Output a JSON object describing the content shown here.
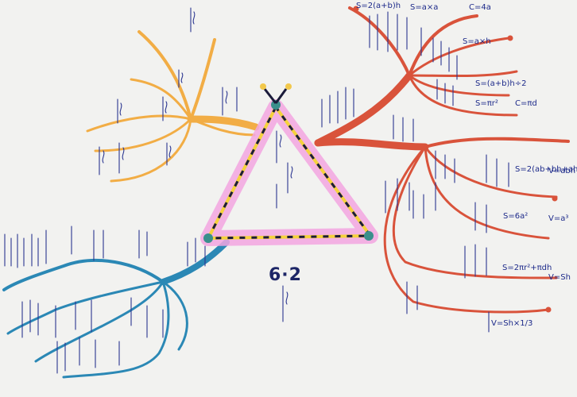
{
  "page_label": "6·2",
  "formulas": [
    "S=2(a+b)h",
    "S=a×a",
    "C=4a",
    "S=a×h",
    "S=(a+b)h÷2",
    "S=πr²",
    "C=πd",
    "S=2(ab+bh+ah)",
    "V=abh",
    "S=6a²",
    "V=a³",
    "S=2πr²+πdh",
    "V=Sh",
    "V=Sh×1/3"
  ],
  "colors": {
    "left_top_branch": "#f2ad45",
    "left_bottom_branch": "#2b88b5",
    "right_branch": "#d9533b",
    "triangle_outline": "#f5d23c",
    "triangle_glow": "#f3a6e0",
    "triangle_dash": "#1b1b3a",
    "ink": "#1d2a8a"
  }
}
